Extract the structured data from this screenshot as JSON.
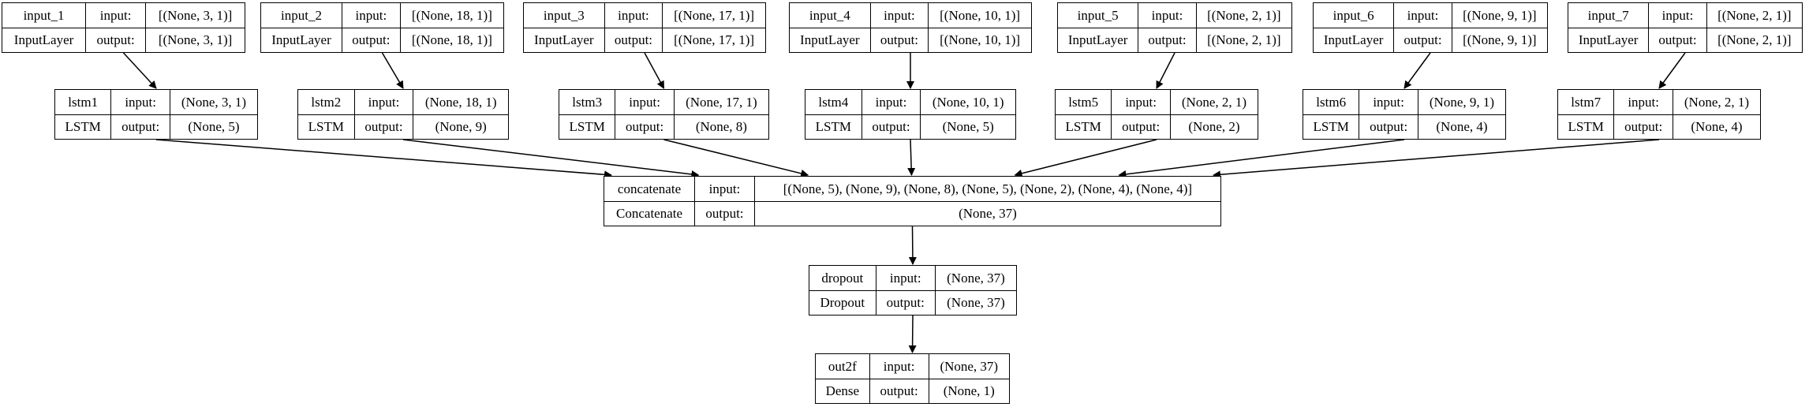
{
  "nodes": {
    "input_1": {
      "name": "input_1",
      "type": "InputLayer",
      "input_label": "input:",
      "output_label": "output:",
      "input": "[(None, 3, 1)]",
      "output": "[(None, 3, 1)]"
    },
    "input_2": {
      "name": "input_2",
      "type": "InputLayer",
      "input_label": "input:",
      "output_label": "output:",
      "input": "[(None, 18, 1)]",
      "output": "[(None, 18, 1)]"
    },
    "input_3": {
      "name": "input_3",
      "type": "InputLayer",
      "input_label": "input:",
      "output_label": "output:",
      "input": "[(None, 17, 1)]",
      "output": "[(None, 17, 1)]"
    },
    "input_4": {
      "name": "input_4",
      "type": "InputLayer",
      "input_label": "input:",
      "output_label": "output:",
      "input": "[(None, 10, 1)]",
      "output": "[(None, 10, 1)]"
    },
    "input_5": {
      "name": "input_5",
      "type": "InputLayer",
      "input_label": "input:",
      "output_label": "output:",
      "input": "[(None, 2, 1)]",
      "output": "[(None, 2, 1)]"
    },
    "input_6": {
      "name": "input_6",
      "type": "InputLayer",
      "input_label": "input:",
      "output_label": "output:",
      "input": "[(None, 9, 1)]",
      "output": "[(None, 9, 1)]"
    },
    "input_7": {
      "name": "input_7",
      "type": "InputLayer",
      "input_label": "input:",
      "output_label": "output:",
      "input": "[(None, 2, 1)]",
      "output": "[(None, 2, 1)]"
    },
    "lstm1": {
      "name": "lstm1",
      "type": "LSTM",
      "input_label": "input:",
      "output_label": "output:",
      "input": "(None, 3, 1)",
      "output": "(None, 5)"
    },
    "lstm2": {
      "name": "lstm2",
      "type": "LSTM",
      "input_label": "input:",
      "output_label": "output:",
      "input": "(None, 18, 1)",
      "output": "(None, 9)"
    },
    "lstm3": {
      "name": "lstm3",
      "type": "LSTM",
      "input_label": "input:",
      "output_label": "output:",
      "input": "(None, 17, 1)",
      "output": "(None, 8)"
    },
    "lstm4": {
      "name": "lstm4",
      "type": "LSTM",
      "input_label": "input:",
      "output_label": "output:",
      "input": "(None, 10, 1)",
      "output": "(None, 5)"
    },
    "lstm5": {
      "name": "lstm5",
      "type": "LSTM",
      "input_label": "input:",
      "output_label": "output:",
      "input": "(None, 2, 1)",
      "output": "(None, 2)"
    },
    "lstm6": {
      "name": "lstm6",
      "type": "LSTM",
      "input_label": "input:",
      "output_label": "output:",
      "input": "(None, 9, 1)",
      "output": "(None, 4)"
    },
    "lstm7": {
      "name": "lstm7",
      "type": "LSTM",
      "input_label": "input:",
      "output_label": "output:",
      "input": "(None, 2, 1)",
      "output": "(None, 4)"
    },
    "concatenate": {
      "name": "concatenate",
      "type": "Concatenate",
      "input_label": "input:",
      "output_label": "output:",
      "input": "[(None, 5), (None, 9), (None, 8), (None, 5), (None, 2), (None, 4), (None, 4)]",
      "output": "(None, 37)"
    },
    "dropout": {
      "name": "dropout",
      "type": "Dropout",
      "input_label": "input:",
      "output_label": "output:",
      "input": "(None, 37)",
      "output": "(None, 37)"
    },
    "out2f": {
      "name": "out2f",
      "type": "Dense",
      "input_label": "input:",
      "output_label": "output:",
      "input": "(None, 37)",
      "output": "(None, 1)"
    }
  },
  "edges": [
    [
      "input_1",
      "lstm1"
    ],
    [
      "input_2",
      "lstm2"
    ],
    [
      "input_3",
      "lstm3"
    ],
    [
      "input_4",
      "lstm4"
    ],
    [
      "input_5",
      "lstm5"
    ],
    [
      "input_6",
      "lstm6"
    ],
    [
      "input_7",
      "lstm7"
    ],
    [
      "lstm1",
      "concatenate"
    ],
    [
      "lstm2",
      "concatenate"
    ],
    [
      "lstm3",
      "concatenate"
    ],
    [
      "lstm4",
      "concatenate"
    ],
    [
      "lstm5",
      "concatenate"
    ],
    [
      "lstm6",
      "concatenate"
    ],
    [
      "lstm7",
      "concatenate"
    ],
    [
      "concatenate",
      "dropout"
    ],
    [
      "dropout",
      "out2f"
    ]
  ]
}
